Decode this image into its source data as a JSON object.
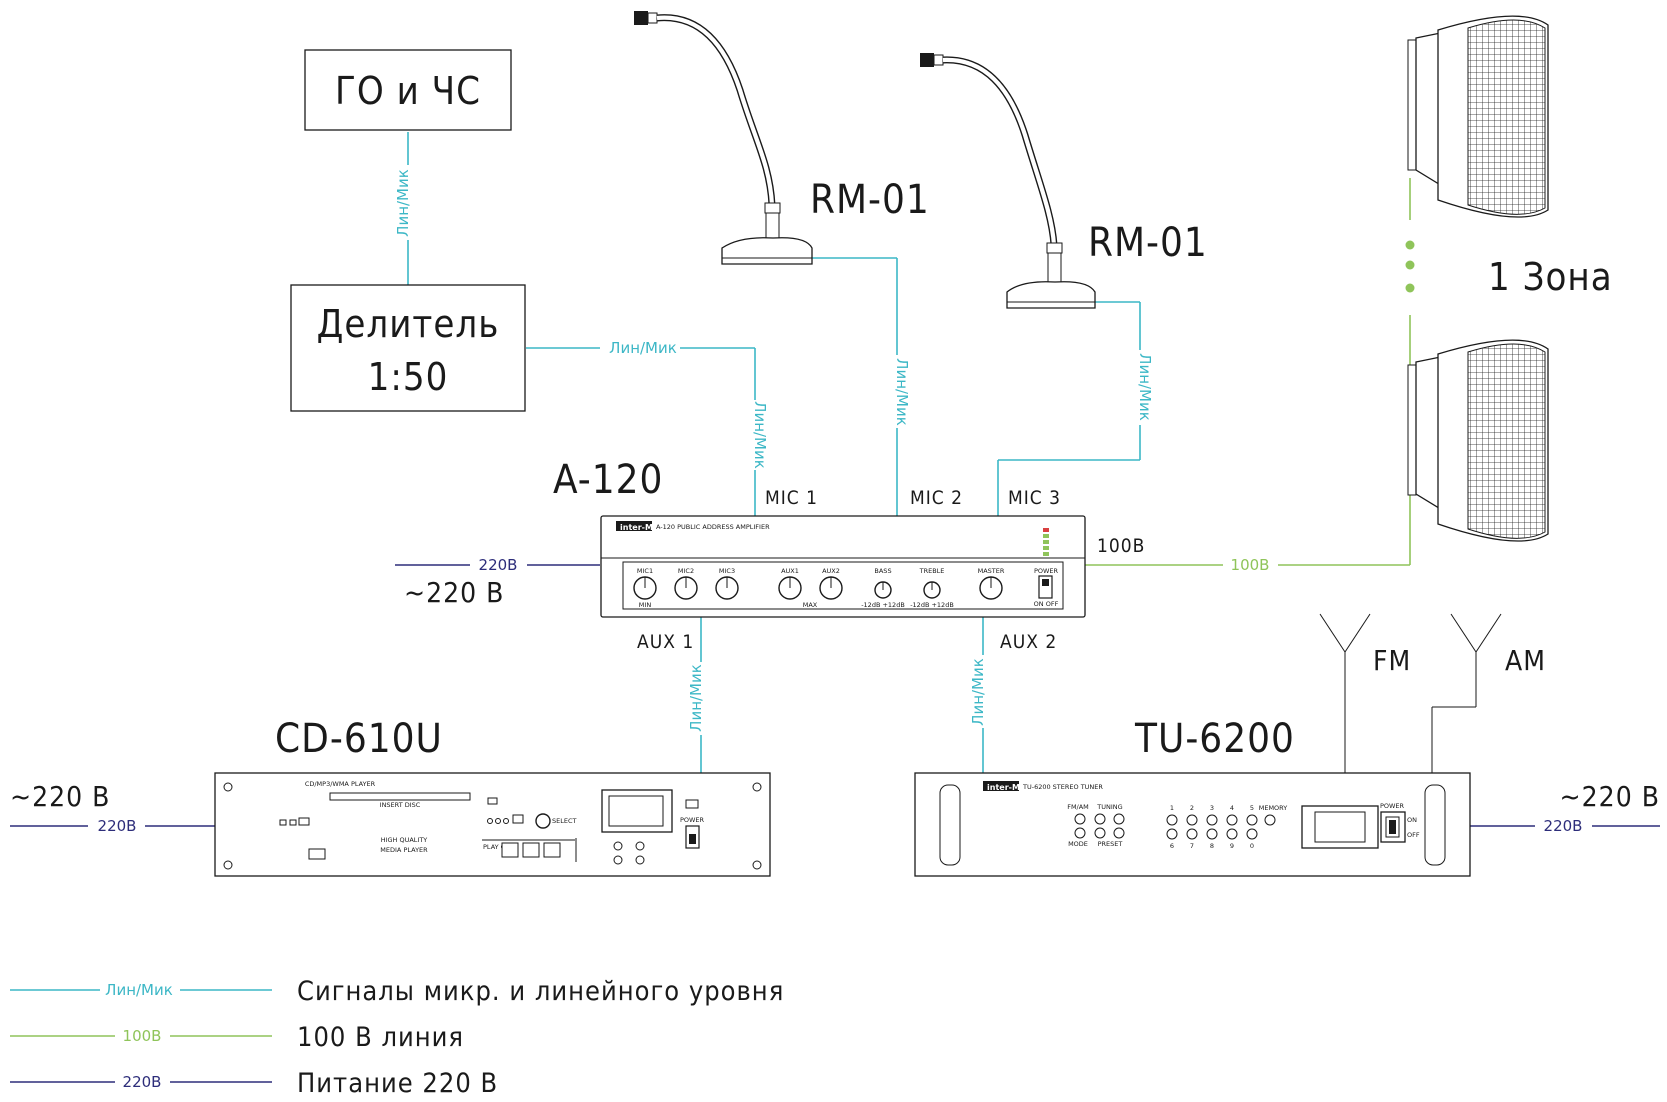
{
  "colors": {
    "signal": "#3cb7c6",
    "line_100v": "#8fc45a",
    "power_220v": "#2d2d7a",
    "ink": "#1a1a1a"
  },
  "boxes": {
    "go_chs": "ГО и ЧС",
    "divider_line1": "Делитель",
    "divider_line2": "1:50"
  },
  "devices": {
    "mic1_model": "RM-01",
    "mic2_model": "RM-01",
    "amplifier_model": "A-120",
    "cd_model": "CD-610U",
    "tuner_model": "TU-6200",
    "zone_label": "1 Зона",
    "fm_label": "FM",
    "am_label": "AM"
  },
  "amplifier": {
    "brand": "inter-M",
    "title": "A-120 PUBLIC ADDRESS AMPLIFIER",
    "ports": [
      "MIC 1",
      "MIC 2",
      "MIC 3",
      "AUX 1",
      "AUX 2"
    ],
    "output_100v": "100В",
    "knob_labels": [
      "MIC1",
      "MIC2",
      "MIC3",
      "AUX1",
      "AUX2",
      "BASS",
      "TREBLE",
      "MASTER"
    ],
    "power_label": "POWER",
    "on_off": "ON  OFF",
    "min": "MIN",
    "max": "MAX",
    "db_range": "-12dB  +12dB"
  },
  "cd_player": {
    "title": "CD/MP3/WMA PLAYER",
    "slogan1": "HIGH QUALITY",
    "slogan2": "MEDIA PLAYER",
    "power": "POWER",
    "play_ctrl": "PLAY CTRL",
    "select": "SELECT",
    "insert_disc": "INSERT DISC"
  },
  "tuner": {
    "brand": "inter-M",
    "title": "TU-6200 STEREO TUNER",
    "fm_am": "FM/AM",
    "tuning": "TUNING",
    "mode": "MODE",
    "preset": "PRESET",
    "memory": "MEMORY",
    "power": "POWER",
    "on": "ON",
    "off": "OFF",
    "presets_top": [
      "1",
      "2",
      "3",
      "4",
      "5"
    ],
    "presets_bottom": [
      "6",
      "7",
      "8",
      "9",
      "0"
    ]
  },
  "wire_labels": {
    "signal": "Лин/Мик",
    "line_100v": "100В",
    "power": "220В",
    "mains": "~220 В"
  },
  "legend": [
    {
      "tag": "Лин/Мик",
      "text": "Сигналы микр. и линейного уровня"
    },
    {
      "tag": "100В",
      "text": "100 В линия"
    },
    {
      "tag": "220В",
      "text": "Питание 220 В"
    }
  ]
}
